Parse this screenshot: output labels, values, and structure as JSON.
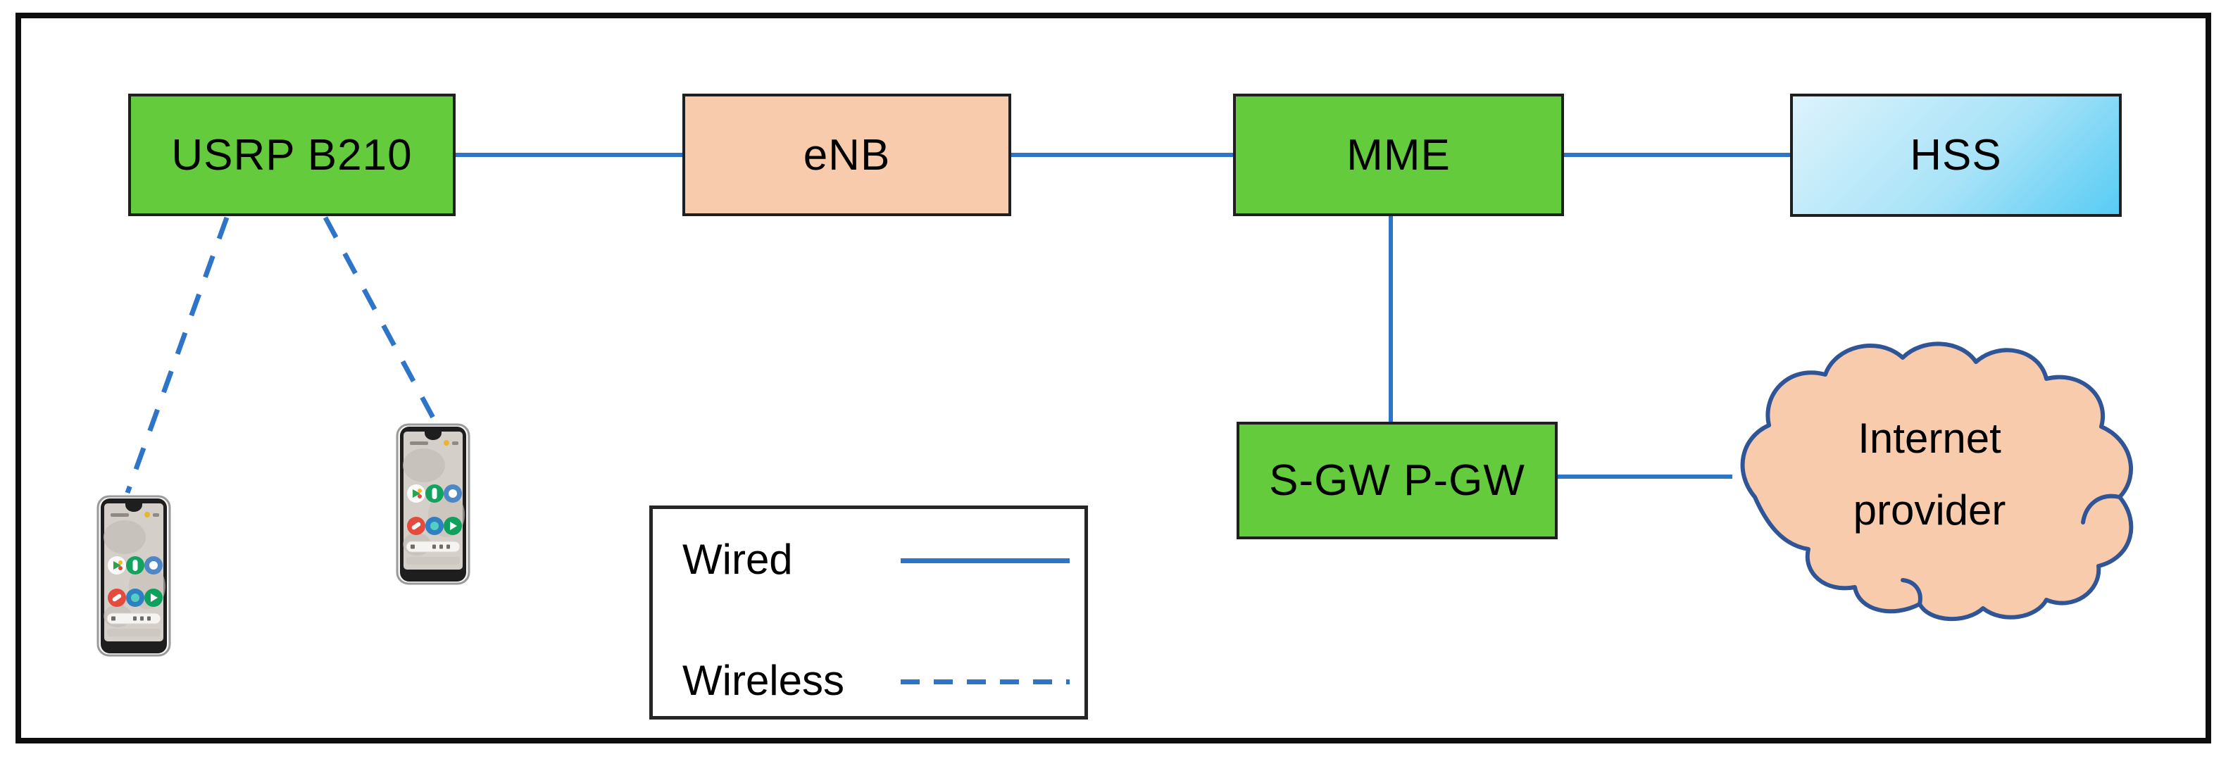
{
  "nodes": {
    "usrp": {
      "label": "USRP B210",
      "fill": "#64cb3c"
    },
    "enb": {
      "label": "eNB",
      "fill": "#f8cbad"
    },
    "mme": {
      "label": "MME",
      "fill": "#64cb3c"
    },
    "hss": {
      "label": "HSS",
      "fill_gradient_start": "#ddf3fc",
      "fill_gradient_end": "#58ccf4"
    },
    "sgw_pgw": {
      "label": "S-GW P-GW",
      "fill": "#64cb3c"
    },
    "internet_cloud": {
      "line1": "Internet",
      "line2": "provider",
      "fill": "#f8cbad",
      "outline": "#2f5597"
    }
  },
  "ue_devices": [
    {
      "icon": "smartphone-ue-icon"
    },
    {
      "icon": "smartphone-ue-icon"
    }
  ],
  "connections": [
    {
      "from": "USRP B210",
      "to": "eNB",
      "type": "wired"
    },
    {
      "from": "eNB",
      "to": "MME",
      "type": "wired"
    },
    {
      "from": "MME",
      "to": "HSS",
      "type": "wired"
    },
    {
      "from": "MME",
      "to": "S-GW P-GW",
      "type": "wired"
    },
    {
      "from": "S-GW P-GW",
      "to": "Internet provider",
      "type": "wired"
    },
    {
      "from": "USRP B210",
      "to": "UE phone 1",
      "type": "wireless"
    },
    {
      "from": "USRP B210",
      "to": "UE phone 2",
      "type": "wireless"
    }
  ],
  "legend": {
    "items": [
      {
        "label": "Wired",
        "line_style": "solid"
      },
      {
        "label": "Wireless",
        "line_style": "dashed"
      }
    ]
  },
  "colors": {
    "connection_line": "#2e74c8",
    "node_green": "#64cb3c",
    "node_peach": "#f8cbad",
    "cloud_outline": "#2f5597",
    "frame_border": "#0d0d0d"
  }
}
